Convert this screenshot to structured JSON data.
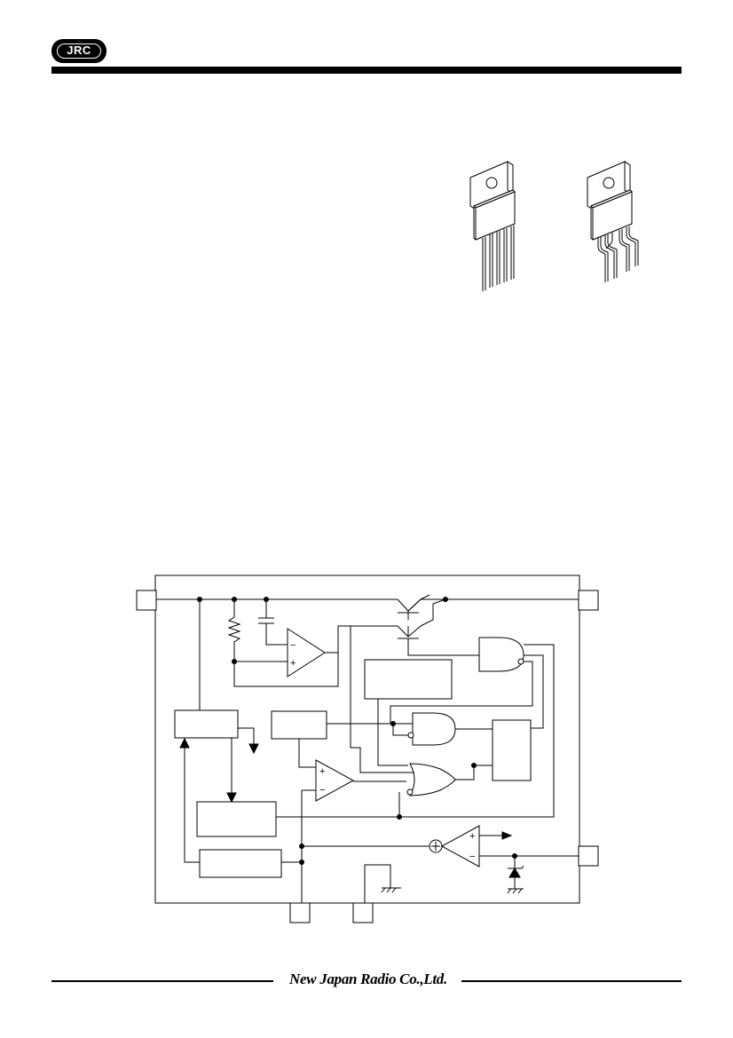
{
  "header": {
    "logo_text": "JRC"
  },
  "packages": [
    {
      "name": "straight-lead-package"
    },
    {
      "name": "formed-lead-package"
    }
  ],
  "block_diagram": {
    "comparator_lower_plus": "+",
    "comparator_lower_minus": "−",
    "comparator_upper_minus": "−",
    "comparator_upper_plus": "+",
    "error_amp_plus": "+",
    "error_amp_minus": "−"
  },
  "footer": {
    "company": "New Japan Radio Co.,Ltd."
  },
  "colors": {
    "ink": "#000000",
    "paper": "#ffffff"
  }
}
